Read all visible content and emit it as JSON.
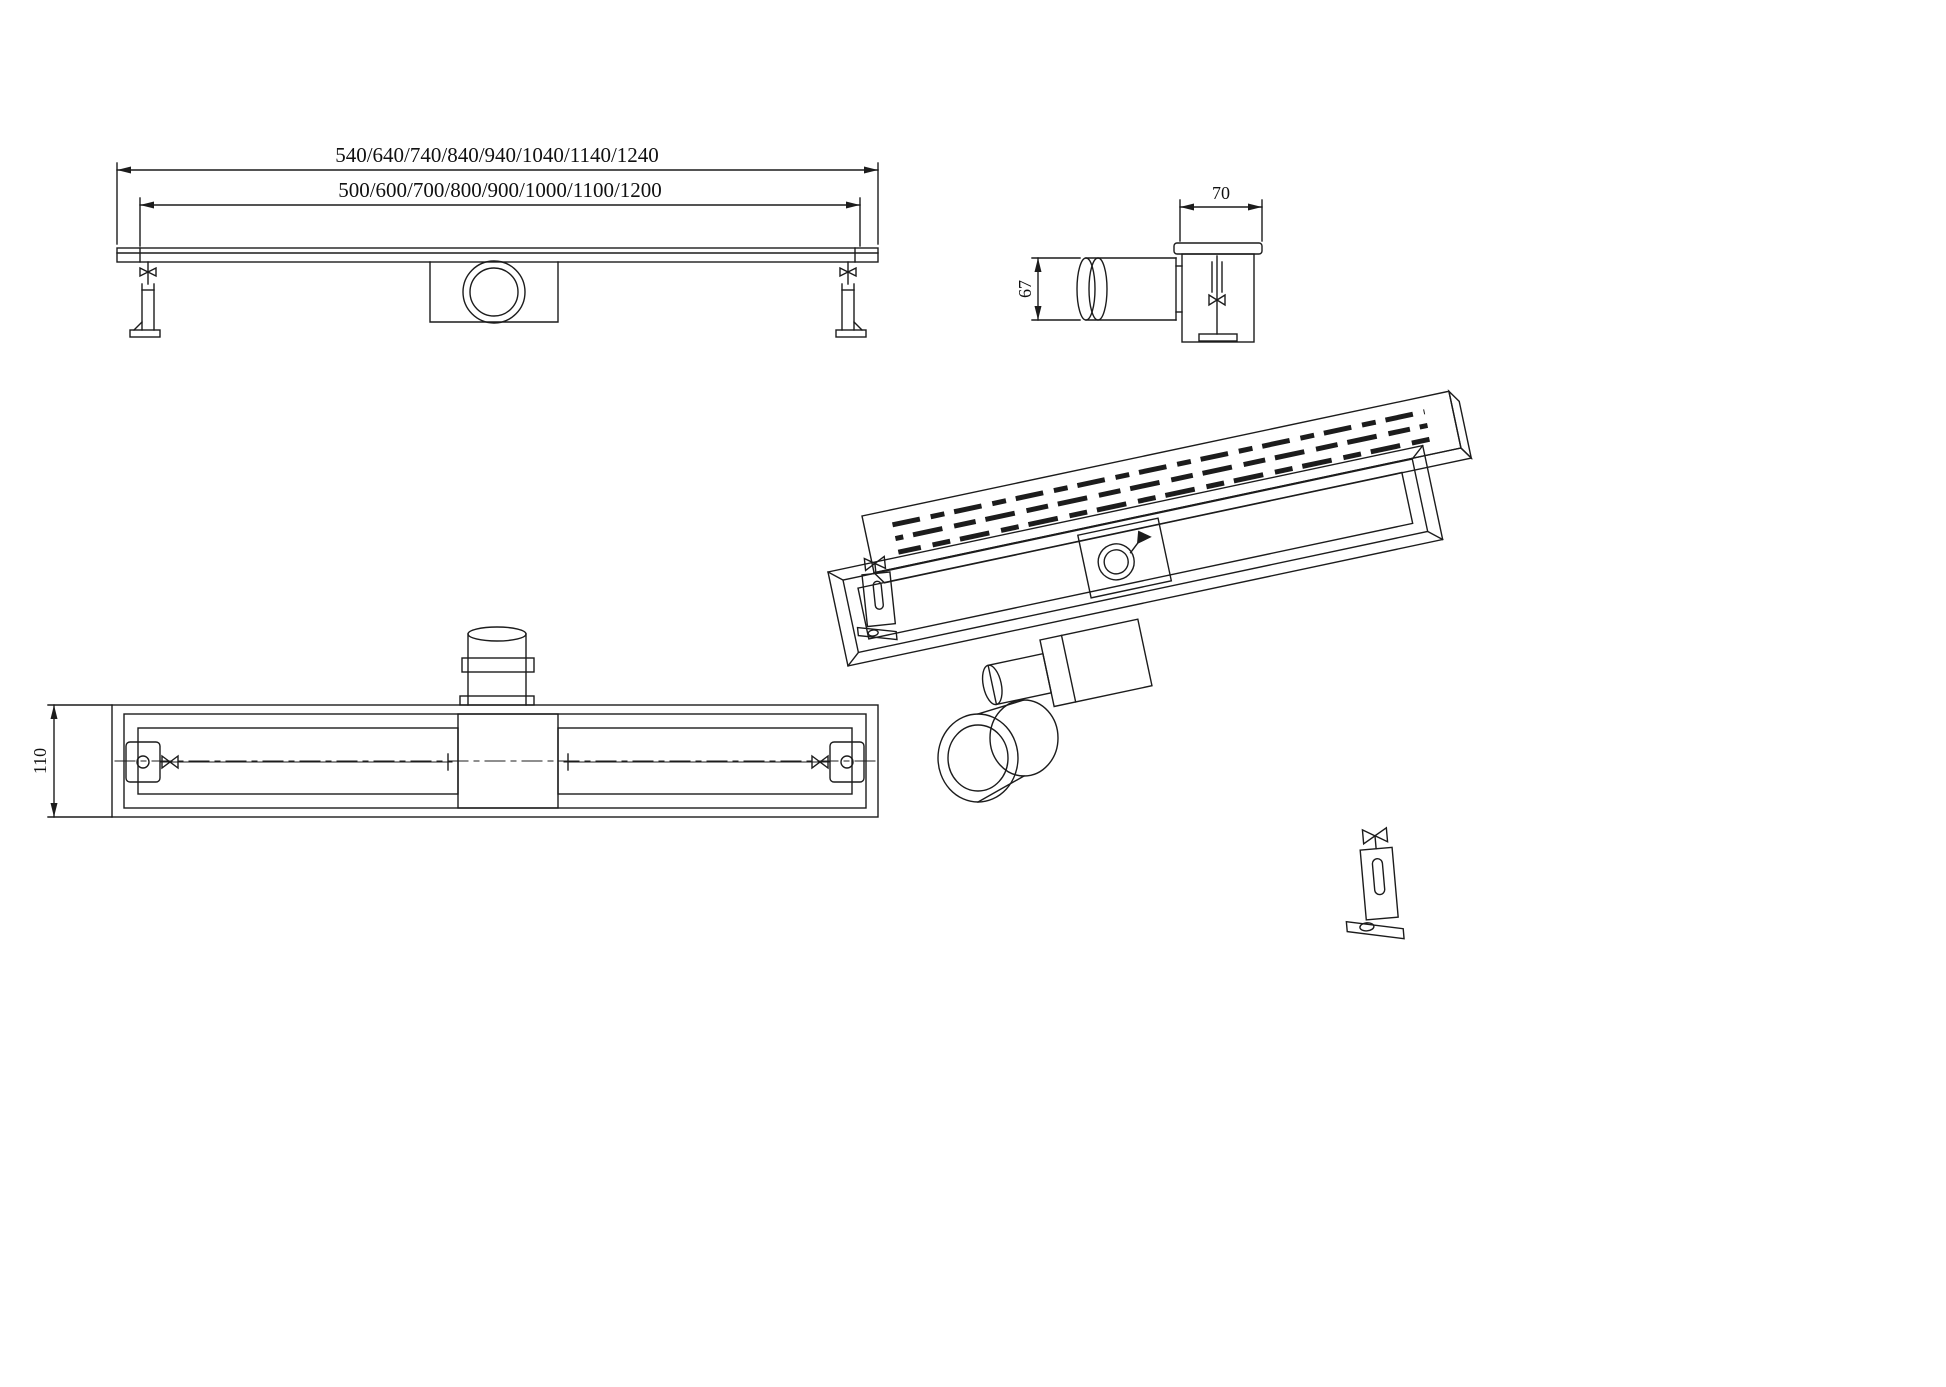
{
  "drawing": {
    "title": "linear-shower-drain-technical-drawing",
    "side_view": {
      "dim_total_lengths": "540/640/740/840/940/1040/1140/1240",
      "dim_channel_lengths": "500/600/700/800/900/1000/1100/1200"
    },
    "end_view": {
      "dim_width": "70",
      "dim_height": "67"
    },
    "plan_view": {
      "dim_width": "110"
    }
  },
  "colors": {
    "line": "#1c1c1c",
    "background": "#ffffff"
  }
}
